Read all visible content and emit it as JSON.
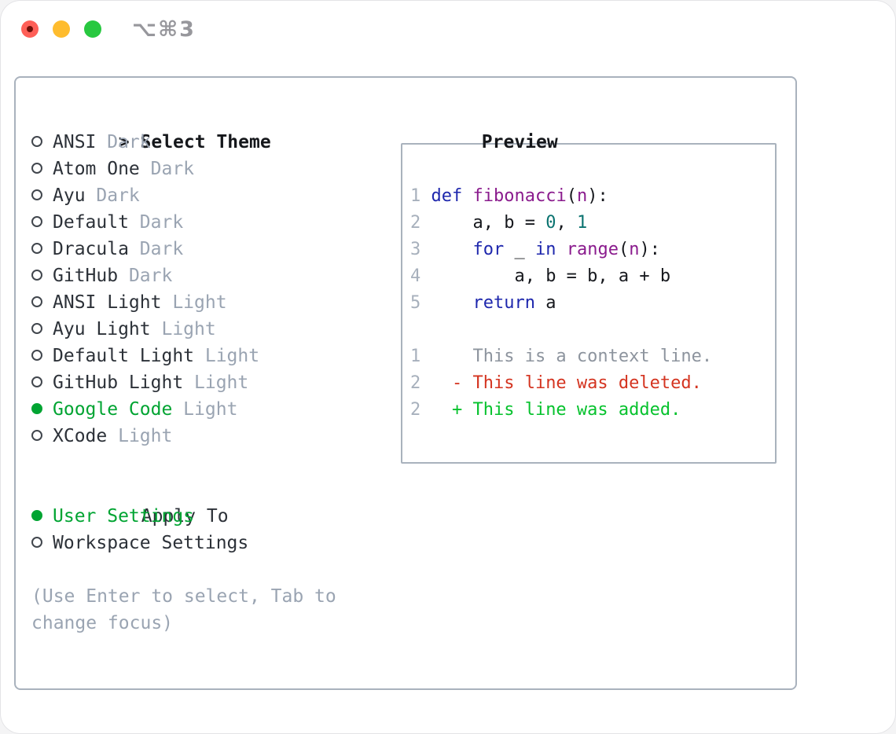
{
  "window": {
    "title": "⌥⌘3",
    "traffic_lights": [
      "close",
      "minimize",
      "zoom"
    ]
  },
  "colors": {
    "kwd": "#1e27ad",
    "typ": "#8a1b8d",
    "lit": "#0b7370",
    "pln": "#16181d",
    "line_number": "#a7b0bc",
    "context": "#8d949e",
    "deleted": "#d43420",
    "added": "#06c22d",
    "selected_green": "#00a432",
    "dim": "#9aa4b2",
    "ink": "#2c3138",
    "border": "#a9b2bd",
    "title_gray": "#97979c",
    "light_red": "#fe5f57",
    "light_yellow": "#febc2e",
    "light_green": "#28c840"
  },
  "theme_panel": {
    "header": {
      "prompt": ">",
      "label": "Select Theme"
    },
    "themes": [
      {
        "name": "ANSI",
        "variant": "Dark",
        "selected": false
      },
      {
        "name": "Atom One",
        "variant": "Dark",
        "selected": false
      },
      {
        "name": "Ayu",
        "variant": "Dark",
        "selected": false
      },
      {
        "name": "Default",
        "variant": "Dark",
        "selected": false
      },
      {
        "name": "Dracula",
        "variant": "Dark",
        "selected": false
      },
      {
        "name": "GitHub",
        "variant": "Dark",
        "selected": false
      },
      {
        "name": "ANSI Light",
        "variant": "Light",
        "selected": false
      },
      {
        "name": "Ayu Light",
        "variant": "Light",
        "selected": false
      },
      {
        "name": "Default Light",
        "variant": "Light",
        "selected": false
      },
      {
        "name": "GitHub Light",
        "variant": "Light",
        "selected": false
      },
      {
        "name": "Google Code",
        "variant": "Light",
        "selected": true
      },
      {
        "name": "XCode",
        "variant": "Light",
        "selected": false
      }
    ],
    "apply_to": {
      "label": "Apply To",
      "options": [
        {
          "label": "User Settings",
          "selected": true
        },
        {
          "label": "Workspace Settings",
          "selected": false
        }
      ]
    },
    "hint_lines": [
      "(Use Enter to select, Tab to",
      "change focus)"
    ]
  },
  "preview": {
    "label": "Preview",
    "code_lines": [
      {
        "num": "1",
        "tokens": [
          {
            "t": "def",
            "c": "kwd"
          },
          {
            "t": " ",
            "c": "pln"
          },
          {
            "t": "fibonacci",
            "c": "typ"
          },
          {
            "t": "(",
            "c": "pln"
          },
          {
            "t": "n",
            "c": "typ"
          },
          {
            "t": "):",
            "c": "pln"
          }
        ]
      },
      {
        "num": "2",
        "tokens": [
          {
            "t": "    a, b = ",
            "c": "pln"
          },
          {
            "t": "0",
            "c": "lit"
          },
          {
            "t": ", ",
            "c": "pln"
          },
          {
            "t": "1",
            "c": "lit"
          }
        ]
      },
      {
        "num": "3",
        "tokens": [
          {
            "t": "    ",
            "c": "pln"
          },
          {
            "t": "for",
            "c": "kwd"
          },
          {
            "t": " _ ",
            "c": "pln"
          },
          {
            "t": "in",
            "c": "kwd"
          },
          {
            "t": " ",
            "c": "pln"
          },
          {
            "t": "range",
            "c": "typ"
          },
          {
            "t": "(",
            "c": "pln"
          },
          {
            "t": "n",
            "c": "typ"
          },
          {
            "t": "):",
            "c": "pln"
          }
        ]
      },
      {
        "num": "4",
        "tokens": [
          {
            "t": "        a, b = b, a + b",
            "c": "pln"
          }
        ]
      },
      {
        "num": "5",
        "tokens": [
          {
            "t": "    ",
            "c": "pln"
          },
          {
            "t": "return",
            "c": "kwd"
          },
          {
            "t": " a",
            "c": "pln"
          }
        ]
      }
    ],
    "diff_lines": [
      {
        "num": "1",
        "prefix": " ",
        "text": "This is a context line.",
        "type": "context"
      },
      {
        "num": "2",
        "prefix": "-",
        "text": "This line was deleted.",
        "type": "deleted"
      },
      {
        "num": "2",
        "prefix": "+",
        "text": "This line was added.",
        "type": "added"
      }
    ]
  }
}
